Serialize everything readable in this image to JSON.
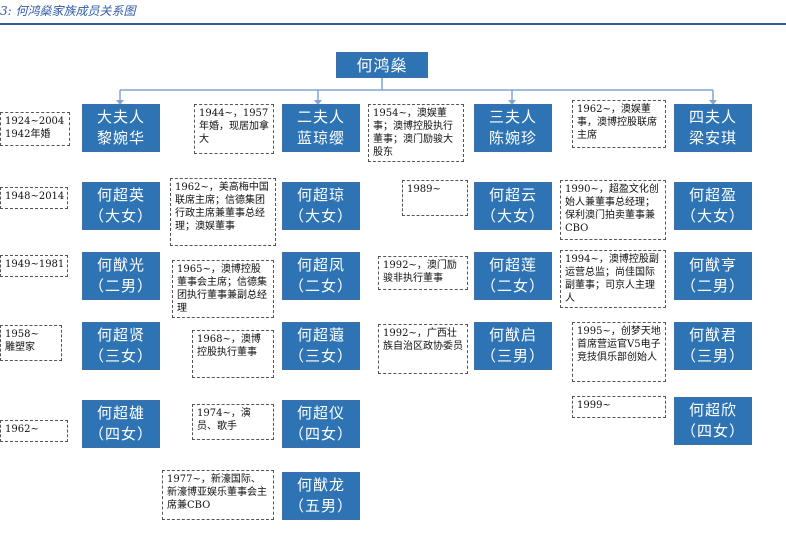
{
  "caption": "3:  何鸿燊家族成员关系图",
  "root": {
    "name": "何鸿燊"
  },
  "wives": [
    {
      "l1": "大夫人",
      "l2": "黎婉华"
    },
    {
      "l1": "二夫人",
      "l2": "蓝琼缨"
    },
    {
      "l1": "三夫人",
      "l2": "陈婉珍"
    },
    {
      "l1": "四夫人",
      "l2": "梁安琪"
    }
  ],
  "wife_notes": [
    "1924~2004\n1942年婚",
    "1944~，1957年婚，现居加拿大",
    "1954~，澳娱董事；澳博控股执行董事；澳门励骏大股东",
    "1962~，澳娱董事，澳博控股联席主席"
  ],
  "children": [
    [
      {
        "l1": "何超英",
        "l2": "（大女）",
        "note": "1948~2014"
      },
      {
        "l1": "何猷光",
        "l2": "（二男）",
        "note": "1949~1981"
      },
      {
        "l1": "何超贤",
        "l2": "（三女）",
        "note": "1958~\n雕塑家"
      },
      {
        "l1": "何超雄",
        "l2": "（四女）",
        "note": "1962~"
      }
    ],
    [
      {
        "l1": "何超琼",
        "l2": "（大女）",
        "note": "1962~，美高梅中国联席主席；信德集团行政主席兼董事总经理；澳娱董事"
      },
      {
        "l1": "何超凤",
        "l2": "（二女）",
        "note": "1965~，澳博控股董事会主席；信德集团执行董事兼副总经理"
      },
      {
        "l1": "何超蕸",
        "l2": "（三女）",
        "note": "1968~，澳博控股执行董事"
      },
      {
        "l1": "何超仪",
        "l2": "（四女）",
        "note": "1974~，演员、歌手"
      },
      {
        "l1": "何猷龙",
        "l2": "（五男）",
        "note": "1977~，新濠国际、新濠博亚娱乐董事会主席兼CBO"
      }
    ],
    [
      {
        "l1": "何超云",
        "l2": "（大女）",
        "note": "1989~"
      },
      {
        "l1": "何超莲",
        "l2": "（二女）",
        "note": "1992~，澳门励骏非执行董事"
      },
      {
        "l1": "何猷启",
        "l2": "（三男）",
        "note": "1992~，广西壮族自治区政协委员"
      }
    ],
    [
      {
        "l1": "何超盈",
        "l2": "（大女）",
        "note": "1990~，超盈文化创始人兼董事总经理；保利澳门拍卖董事兼CBO"
      },
      {
        "l1": "何猷亨",
        "l2": "（二男）",
        "note": "1994~，澳博控股副运营总监；尚佳国际副董事；司京人主理人"
      },
      {
        "l1": "何猷君",
        "l2": "（三男）",
        "note": "1995~，创梦天地首席营运官V5电子竞技俱乐部创始人"
      },
      {
        "l1": "何超欣",
        "l2": "（四女）",
        "note": "1999~"
      }
    ]
  ],
  "colors": {
    "node_fill": "#2e74b5",
    "connector": "#7fa6d6",
    "accent": "#2f5aa6"
  }
}
